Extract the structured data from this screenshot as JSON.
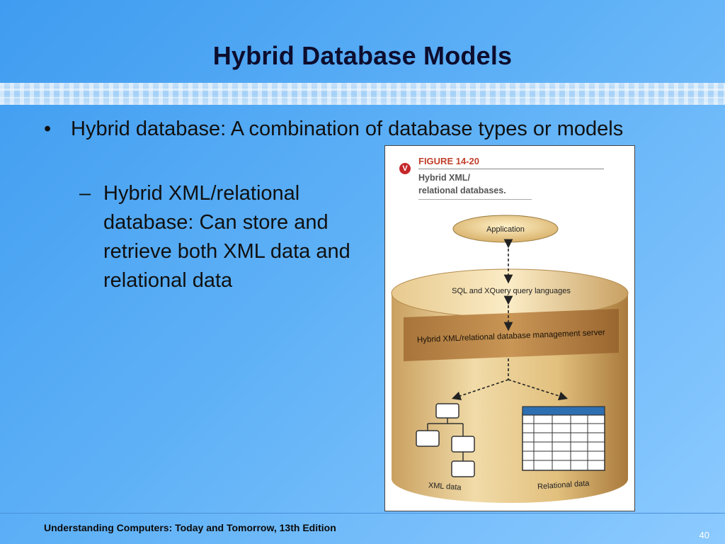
{
  "slide": {
    "title": "Hybrid Database Models",
    "bullet": "Hybrid database: A combination of database types or models",
    "sub_bullet": "Hybrid XML/relational database: Can store and retrieve both XML data and relational data",
    "bullet_marker": "•",
    "sub_marker": "–"
  },
  "figure": {
    "badge": "V",
    "number": "FIGURE 14-20",
    "caption_line1": "Hybrid XML/",
    "caption_line2": "relational databases.",
    "application": "Application",
    "query_languages": "SQL and XQuery query languages",
    "server": "Hybrid XML/relational database management server",
    "xml_label": "XML data",
    "relational_label": "Relational data"
  },
  "footer": {
    "text": "Understanding Computers: Today and Tomorrow, 13th Edition",
    "page": "40"
  },
  "colors": {
    "background_start": "#3f9cf0",
    "background_end": "#8ccaff",
    "title": "#0d0d2e",
    "figure_number": "#c0402a",
    "cylinder": "#d9b877"
  }
}
